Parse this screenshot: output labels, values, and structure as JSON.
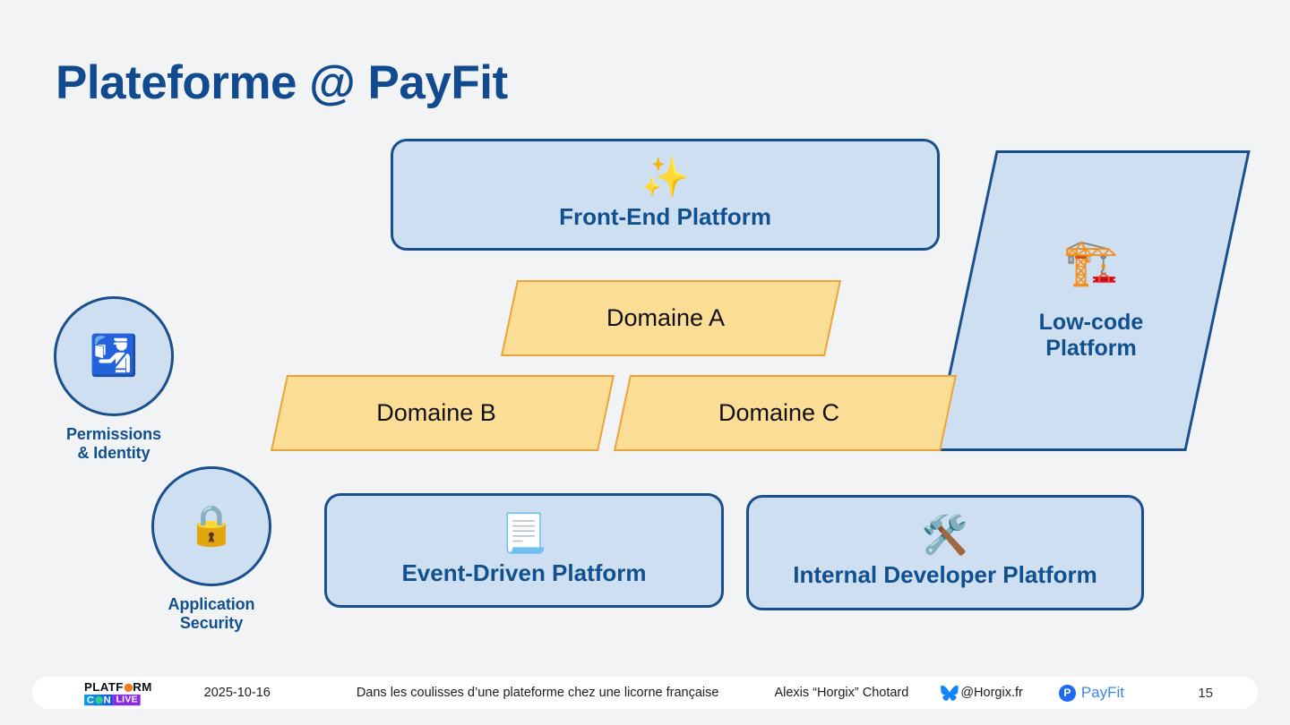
{
  "slide": {
    "title": "Plateforme @ PayFit",
    "background_color": "#f2f3f5",
    "accent_blue": "#11508f",
    "box_fill": "#cedff2",
    "box_border": "#1a4f8e",
    "domaine_fill": "#fbdd96",
    "domaine_border": "#e8a43a"
  },
  "diagram": {
    "platforms": [
      {
        "id": "front-end-platform",
        "label": "Front-End Platform",
        "icon": "sparkles-emoji",
        "glyph": "✨",
        "shape": "rounded-box"
      },
      {
        "id": "event-driven-platform",
        "label": "Event-Driven Platform",
        "icon": "page-with-curl-emoji",
        "glyph": "📃",
        "shape": "rounded-box"
      },
      {
        "id": "internal-developer-platform",
        "label": "Internal Developer Platform",
        "icon": "hammer-and-wrench-emoji",
        "glyph": "🛠️",
        "shape": "rounded-box"
      }
    ],
    "low_code": {
      "id": "low-code-platform",
      "label_line1": "Low-code",
      "label_line2": "Platform",
      "icon": "construction-crane-emoji",
      "glyph": "🏗️",
      "shape": "parallelogram"
    },
    "domains": [
      {
        "id": "domaine-a",
        "label": "Domaine A"
      },
      {
        "id": "domaine-b",
        "label": "Domaine B"
      },
      {
        "id": "domaine-c",
        "label": "Domaine C"
      }
    ],
    "cross_cutting": [
      {
        "id": "permissions-identity",
        "label_line1": "Permissions",
        "label_line2": "& Identity",
        "icon": "passport-control-emoji",
        "glyph": "🛂"
      },
      {
        "id": "application-security",
        "label_line1": "Application",
        "label_line2": "Security",
        "icon": "lock-emoji",
        "glyph": "🔒"
      }
    ]
  },
  "footer": {
    "logo": {
      "top_before": "PLATF",
      "top_after": "RM",
      "con_before": "C",
      "con_after": "N",
      "live": "LIVE"
    },
    "date": "2025-10-16",
    "subject": "Dans les coulisses d’une plateforme chez une licorne française",
    "author": "Alexis “Horgix” Chotard",
    "social_handle": "@Horgix.fr",
    "social_icon": "bluesky-butterfly-icon",
    "brand_mark": "P",
    "brand_name": "PayFit",
    "page_number": "15"
  }
}
